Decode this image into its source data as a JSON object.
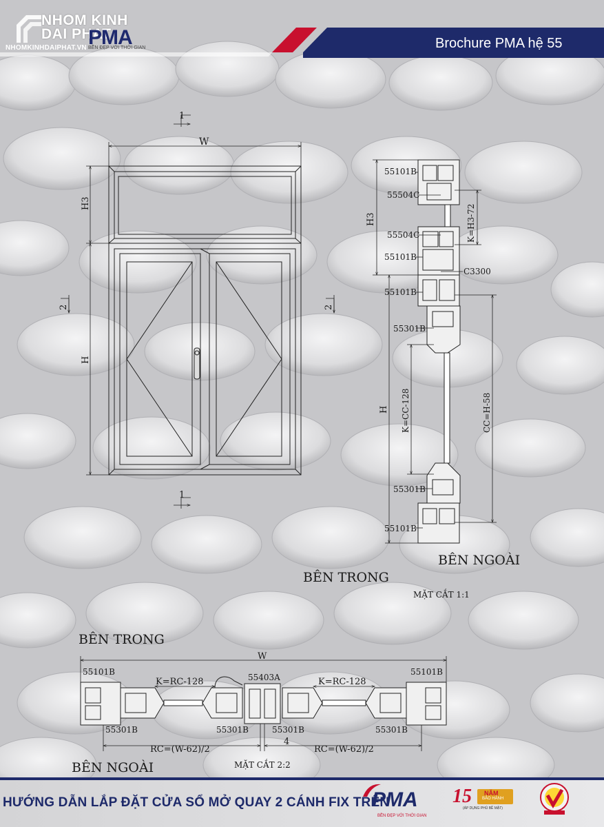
{
  "header": {
    "logo_line1": "NHOM KINH",
    "logo_line2": "DAI PHAT",
    "logo_url": "NHOMKINHDAIPHAT.VN",
    "brand": "PMA",
    "tagline": "BỀN ĐẸP VỚI THỜI GIAN",
    "title": "Brochure PMA hệ 55"
  },
  "elevation": {
    "w": "W",
    "h3": "H3",
    "h": "H",
    "section1_top": "1",
    "section1_bottom": "1",
    "section2_left": "2",
    "section2_right": "2"
  },
  "section_vertical": {
    "h3": "H3",
    "k_h3": "K=H3-72",
    "h": "H",
    "k_cc": "K=CC-128",
    "cc": "CC=H-58",
    "parts": [
      "55101B",
      "55504C",
      "55504C",
      "55101B",
      "C3300",
      "55101B",
      "55301B",
      "55301B",
      "55101B"
    ],
    "outside": "BÊN NGOÀI",
    "inside": "BÊN  TRONG",
    "caption": "MẶT CẮT 1:1"
  },
  "section_horizontal": {
    "inside": "BÊN  TRONG",
    "outside": "BÊN NGOÀI",
    "w": "W",
    "k_left": "K=RC-128",
    "k_right": "K=RC-128",
    "mullion": "55403A",
    "left_frame": "55101B",
    "right_frame": "55101B",
    "sash_labels": [
      "55301B",
      "55301B",
      "55301B",
      "55301B"
    ],
    "rc_left": "RC=(W-62)/2",
    "rc_right": "RC=(W-62)/2",
    "gap": "4",
    "caption": "MẶT CẮT 2:2"
  },
  "footer": {
    "title": "HƯỚNG DẪN LẮP ĐẶT CỬA SỔ MỞ QUAY 2 CÁNH FIX TRÊN",
    "brand": "PMA",
    "slogan": "BỀN ĐẸP VỚI THỜI GIAN",
    "badge_number": "15",
    "badge_word": "NĂM",
    "badge_sub": "BẢO HÀNH",
    "badge_note": "(ÁP DỤNG PHỦ BỀ MẶT)"
  },
  "colors": {
    "navy": "#1e2a6a",
    "red": "#c8102e",
    "background": "#c9c9cb"
  }
}
